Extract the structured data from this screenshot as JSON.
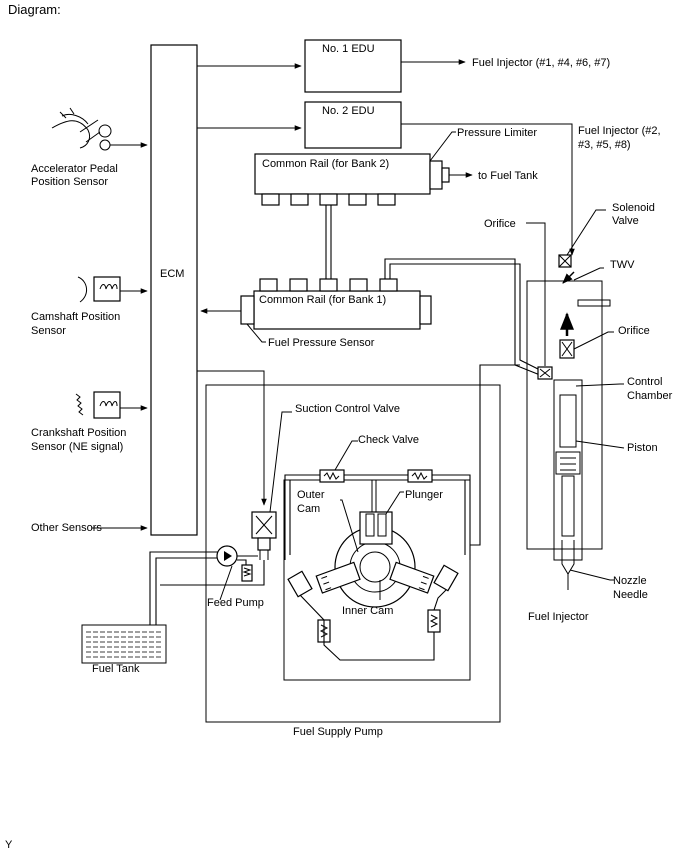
{
  "header": {
    "title": "Diagram:"
  },
  "footer": {
    "code": "Y"
  },
  "labels": {
    "ecm": "ECM",
    "edu1": "No. 1 EDU",
    "edu2": "No. 2 EDU",
    "rail_bank2": "Common Rail (for Bank 2)",
    "rail_bank1": "Common Rail (for Bank 1)",
    "injector_group1": "Fuel Injector (#1, #4, #6, #7)",
    "injector_group2_line1": "Fuel Injector (#2,",
    "injector_group2_line2": "#3, #5, #8)",
    "pressure_limiter": "Pressure Limiter",
    "to_fuel_tank": "to Fuel Tank",
    "accel_line1": "Accelerator Pedal",
    "accel_line2": "Position Sensor",
    "cam_line1": "Camshaft Position",
    "cam_line2": "Sensor",
    "crank_line1": "Crankshaft Position",
    "crank_line2": "Sensor (NE signal)",
    "other_sensors": "Other Sensors",
    "fuel_pressure_sensor": "Fuel Pressure Sensor",
    "suction_control_valve": "Suction Control Valve",
    "check_valve": "Check Valve",
    "outer_cam_line1": "Outer",
    "outer_cam_line2": "Cam",
    "plunger": "Plunger",
    "inner_cam": "Inner Cam",
    "feed_pump": "Feed Pump",
    "fuel_tank": "Fuel Tank",
    "fuel_supply_pump": "Fuel Supply Pump",
    "orifice_top": "Orifice",
    "solenoid_line1": "Solenoid",
    "solenoid_line2": "Valve",
    "twv": "TWV",
    "orifice_right": "Orifice",
    "control_line1": "Control",
    "control_line2": "Chamber",
    "piston": "Piston",
    "nozzle_line1": "Nozzle",
    "nozzle_line2": "Needle",
    "fuel_injector": "Fuel Injector"
  },
  "icons": [
    "accelerator-pedal-icon",
    "camshaft-sensor-icon",
    "crankshaft-sensor-icon",
    "feed-pump-icon",
    "check-valve-icon",
    "suction-control-valve-icon",
    "pressure-limiter-icon",
    "fuel-tank-icon"
  ]
}
